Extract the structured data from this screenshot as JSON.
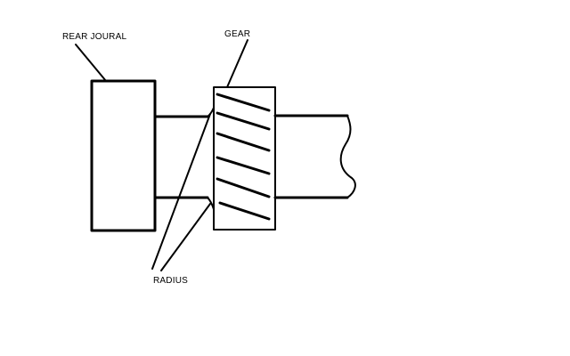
{
  "labels": {
    "rear_journal": "REAR JOURAL",
    "gear": "GEAR",
    "radius": "RADIUS"
  },
  "colors": {
    "ink": "#000000",
    "background": "#ffffff"
  }
}
